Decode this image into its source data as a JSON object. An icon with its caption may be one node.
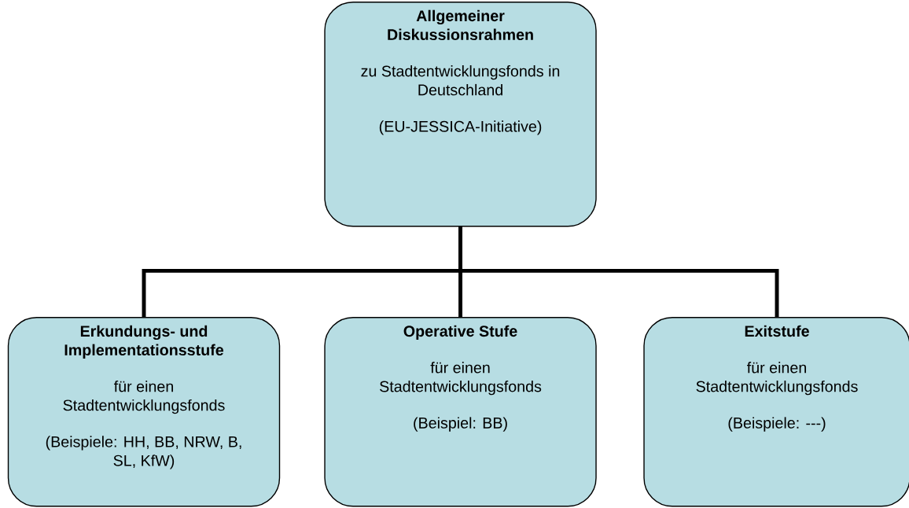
{
  "diagram": {
    "nodes": [
      {
        "text": [
          "Allgemeiner Diskussionsrahmen",
          "zu Stadtentwicklungsfonds in Deutschland",
          "(EU-JESSICA-Initiative)"
        ]
      },
      {
        "text": [
          "Erkundungs- und Implementationsstufe",
          "für einen Stadtentwicklungsfonds",
          "(Beispiele: HH, BB, NRW, B, SL, KfW)"
        ]
      },
      {
        "text": [
          "Operative Stufe",
          "für einen Stadtentwicklungsfonds",
          "(Beispiel: BB)"
        ]
      },
      {
        "text": [
          "Exitstufe",
          "für einen Stadtentwicklungsfonds",
          "(Beispiele: ---)"
        ]
      }
    ],
    "edges": [
      {
        "from": 0,
        "to": 1,
        "arrow": "none"
      },
      {
        "from": 0,
        "to": 2,
        "arrow": "none"
      },
      {
        "from": 0,
        "to": 3,
        "arrow": "none"
      }
    ]
  }
}
